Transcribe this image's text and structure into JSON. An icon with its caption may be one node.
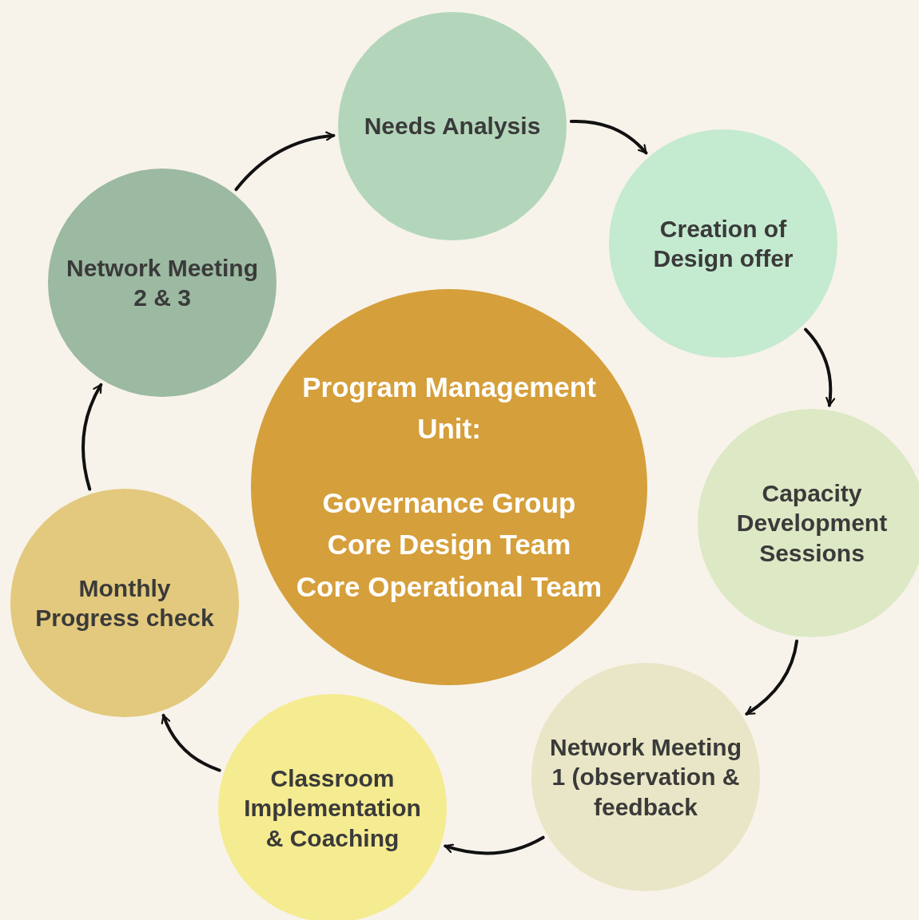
{
  "diagram": {
    "nodes": [
      {
        "text": [
          "Needs Analysis"
        ]
      },
      {
        "text": [
          "Creation of Design offer"
        ]
      },
      {
        "text": [
          "Capacity Development Sessions"
        ]
      },
      {
        "text": [
          "Network Meeting 1 (observation & feedback"
        ]
      },
      {
        "text": [
          "Classroom Implementation & Coaching"
        ]
      },
      {
        "text": [
          "Monthly Progress check"
        ]
      },
      {
        "text": [
          "Network Meeting 2 & 3"
        ]
      },
      {
        "text": [
          "Program Management Unit:",
          "Governance Group",
          "Core Design Team",
          "Core Operational Team"
        ]
      }
    ],
    "edges": [
      {
        "from": 0,
        "to": 1,
        "arrow": "to"
      },
      {
        "from": 1,
        "to": 2,
        "arrow": "to"
      },
      {
        "from": 2,
        "to": 3,
        "arrow": "to"
      },
      {
        "from": 3,
        "to": 4,
        "arrow": "to"
      },
      {
        "from": 4,
        "to": 5,
        "arrow": "to"
      },
      {
        "from": 5,
        "to": 6,
        "arrow": "to"
      },
      {
        "from": 6,
        "to": 0,
        "arrow": "to"
      }
    ]
  }
}
